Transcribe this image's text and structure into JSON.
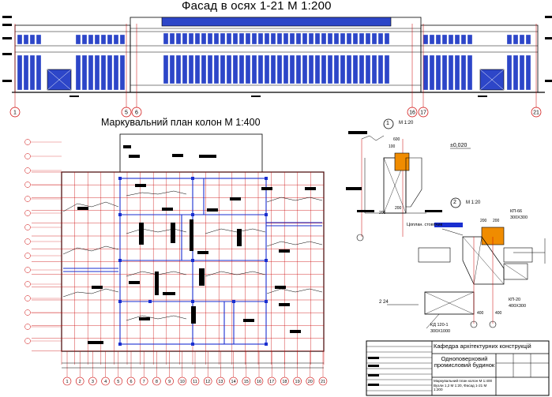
{
  "facade_title": "Фасад в осях 1-21  М 1:200",
  "plan_title": "Маркувальний план колон  М 1:400",
  "facade_axes": [
    "1",
    "5",
    "6",
    "16",
    "17",
    "21"
  ],
  "plan_axes_bottom": [
    "1",
    "2",
    "3",
    "4",
    "5",
    "6",
    "7",
    "8",
    "9",
    "10",
    "11",
    "12",
    "13",
    "14",
    "15",
    "16",
    "17",
    "18",
    "19",
    "20",
    "21"
  ],
  "detail1": {
    "num": "1",
    "scale": "М 1:20",
    "elevation": "±0,020",
    "dims": [
      "600",
      "100",
      "200",
      "200"
    ]
  },
  "detail2": {
    "num": "2",
    "scale": "М 1:20",
    "labels": [
      "КП-66",
      "300X300",
      "КП-20",
      "400X300",
      "2 24",
      "КД 120-1",
      "300X1000",
      "Цоплан. стовпчик"
    ],
    "dims": [
      "200",
      "200",
      "400",
      "400"
    ]
  },
  "stamp": {
    "org": "Кафедра архітектурних конструкцій",
    "building": "Одноповерховий промисловий будинок",
    "sheet_desc": "Маркувальний план колон М 1:400 Вузли 1,2 М 1:20, Фасад 1-21 М 1:200"
  }
}
